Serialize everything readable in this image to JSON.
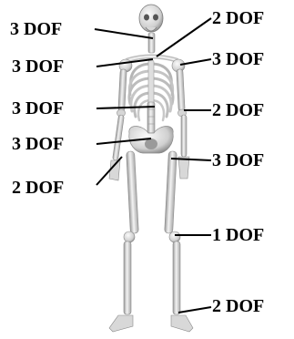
{
  "labels": {
    "left": [
      {
        "id": "neck",
        "text": "3 DOF"
      },
      {
        "id": "upper-spine",
        "text": "3 DOF"
      },
      {
        "id": "mid-spine",
        "text": "3 DOF"
      },
      {
        "id": "lower-spine",
        "text": "3 DOF"
      },
      {
        "id": "left-wrist",
        "text": "2 DOF"
      }
    ],
    "right": [
      {
        "id": "clavicle",
        "text": "2 DOF"
      },
      {
        "id": "shoulder",
        "text": "3 DOF"
      },
      {
        "id": "elbow",
        "text": "2 DOF"
      },
      {
        "id": "hip",
        "text": "3 DOF"
      },
      {
        "id": "knee",
        "text": "1 DOF"
      },
      {
        "id": "ankle",
        "text": "2 DOF"
      }
    ]
  },
  "colors": {
    "bone_light": "#f2f2f2",
    "bone_mid": "#cfcfcf",
    "bone_dark": "#8f8f8f",
    "leader_line": "#000000",
    "text": "#000000"
  }
}
